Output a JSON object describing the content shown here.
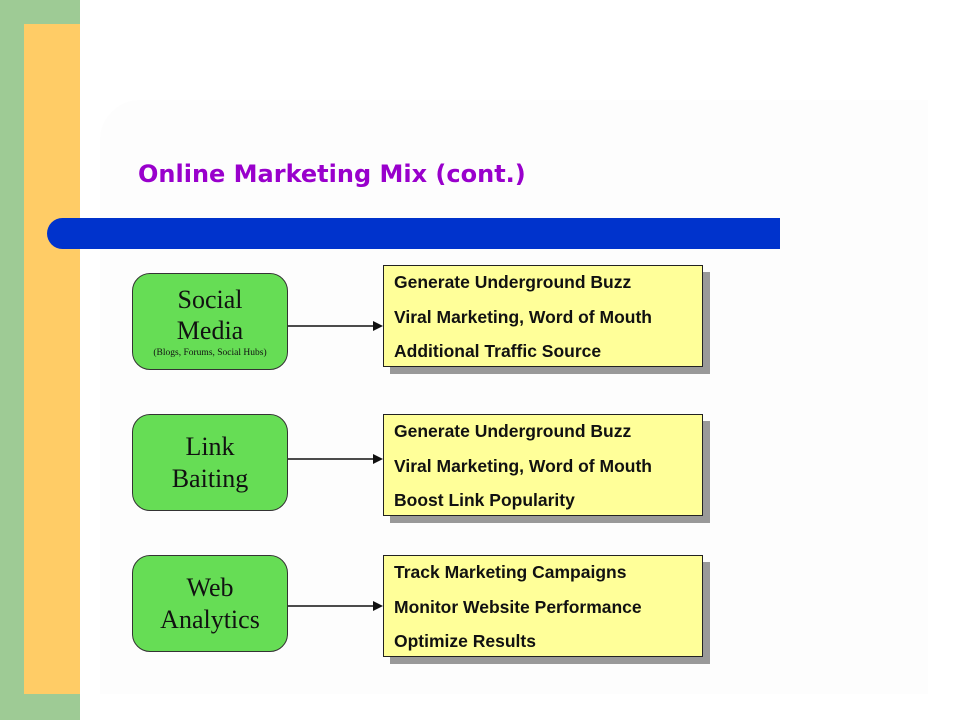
{
  "slide": {
    "title": "Online Marketing Mix (cont.)"
  },
  "rows": [
    {
      "node": {
        "lines": [
          "Social",
          "Media"
        ],
        "subtitle": "(Blogs, Forums, Social Hubs)"
      },
      "items": [
        "Generate Underground Buzz",
        "Viral Marketing, Word of Mouth",
        "Additional Traffic Source"
      ]
    },
    {
      "node": {
        "lines": [
          "Link",
          "Baiting"
        ],
        "subtitle": ""
      },
      "items": [
        "Generate Underground Buzz",
        "Viral Marketing, Word of Mouth",
        "Boost Link Popularity"
      ]
    },
    {
      "node": {
        "lines": [
          "Web",
          "Analytics"
        ],
        "subtitle": ""
      },
      "items": [
        "Track Marketing Campaigns",
        "Monitor Website Performance",
        "Optimize Results"
      ]
    }
  ],
  "colors": {
    "title": "#9900cc",
    "rule": "#0033cc",
    "node_fill": "#66dd55",
    "box_fill": "#ffff99",
    "sidebar_green": "#9ecb95",
    "sidebar_yellow": "#ffcc66"
  }
}
